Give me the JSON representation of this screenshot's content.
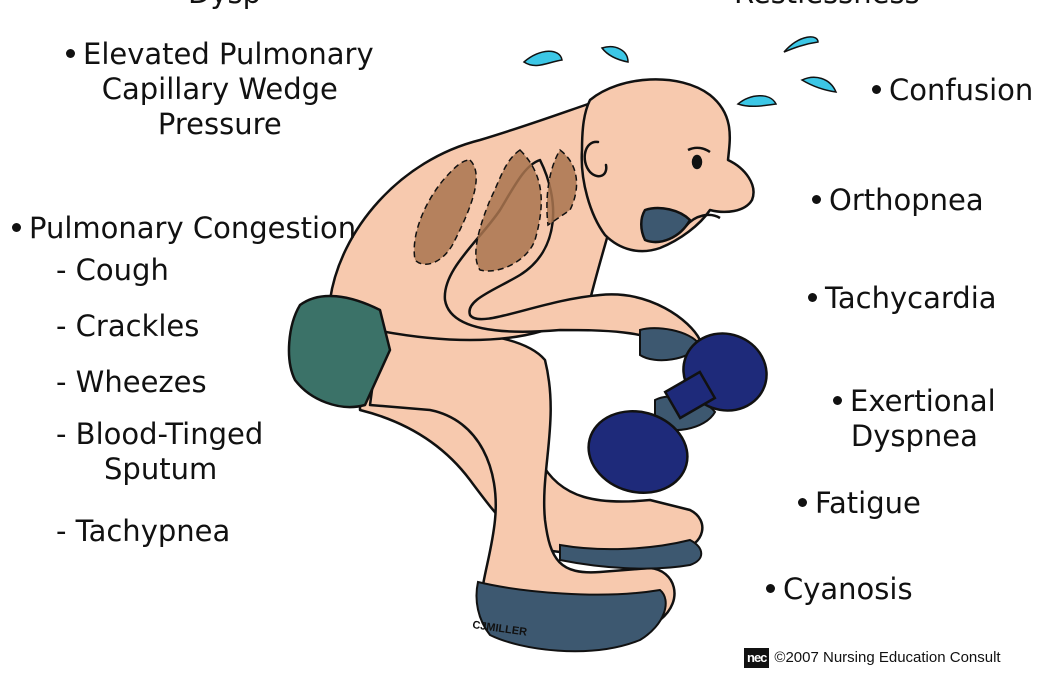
{
  "labels": {
    "top_left_cut": "Dysp",
    "top_right_cut": "Restlessness",
    "pcwp_l1": "Elevated Pulmonary",
    "pcwp_l2": "Capillary Wedge",
    "pcwp_l3": "Pressure",
    "congestion": "Pulmonary Congestion",
    "cough": "- Cough",
    "crackles": "- Crackles",
    "wheezes": "- Wheezes",
    "blood_l1": "- Blood-Tinged",
    "blood_l2": "Sputum",
    "tachypnea": "- Tachypnea",
    "confusion": "Confusion",
    "orthopnea": "Orthopnea",
    "tachycardia": "Tachycardia",
    "exertional_l1": "Exertional",
    "exertional_l2": "Dyspnea",
    "fatigue": "Fatigue",
    "cyanosis": "Cyanosis"
  },
  "signature": "CJMILLER",
  "copyright": {
    "logo": "nec",
    "text": "©2007 Nursing Education Consult"
  },
  "colors": {
    "skin": "#f7c9ae",
    "shorts": "#3b7268",
    "dumbbell": "#1e2a7a",
    "lungs": "#a9744f",
    "cyanosis": "#3d5870",
    "sweat": "#3cc7e6",
    "outline": "#111111"
  }
}
